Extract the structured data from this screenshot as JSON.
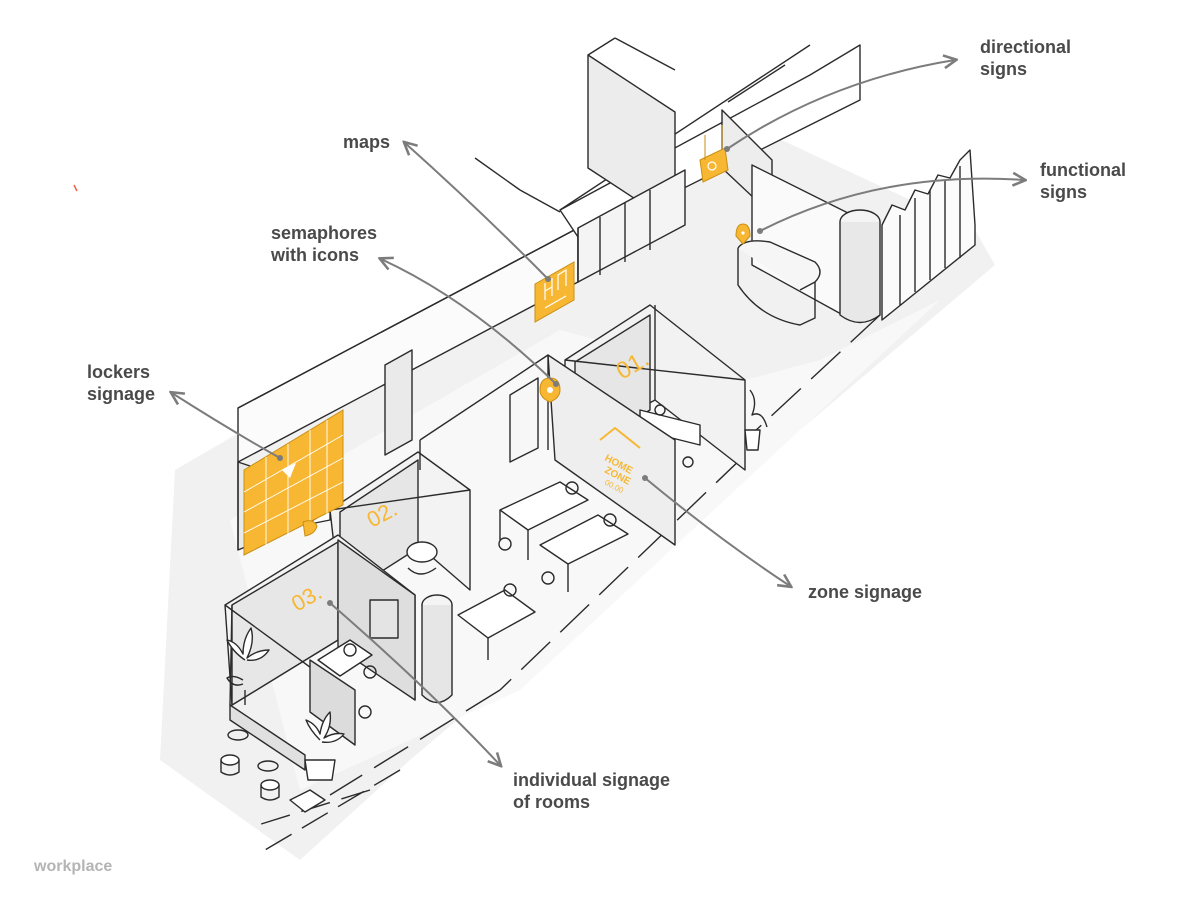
{
  "labels": {
    "directional": [
      "directional",
      "signs"
    ],
    "maps": [
      "maps"
    ],
    "functional": [
      "functional",
      "signs"
    ],
    "semaphores": [
      "semaphores",
      "with icons"
    ],
    "lockers": [
      "lockers",
      "signage"
    ],
    "zone": [
      "zone signage"
    ],
    "individual": [
      "individual signage",
      "of rooms"
    ]
  },
  "room_numbers": {
    "room_1": "01.",
    "room_2": "02.",
    "room_3": "03."
  },
  "zone_sign": {
    "line_1": "HOME",
    "line_2": "ZONE",
    "line_3": "00.00"
  },
  "caption": "workplace",
  "colors": {
    "signage_accent": "#F7B733",
    "label_text": "#4a4a4a",
    "arrow": "#7c7c7c",
    "sketch_line": "#2b2b2b",
    "wall_shade": "#ececec",
    "caption": "#b4b4b4"
  }
}
